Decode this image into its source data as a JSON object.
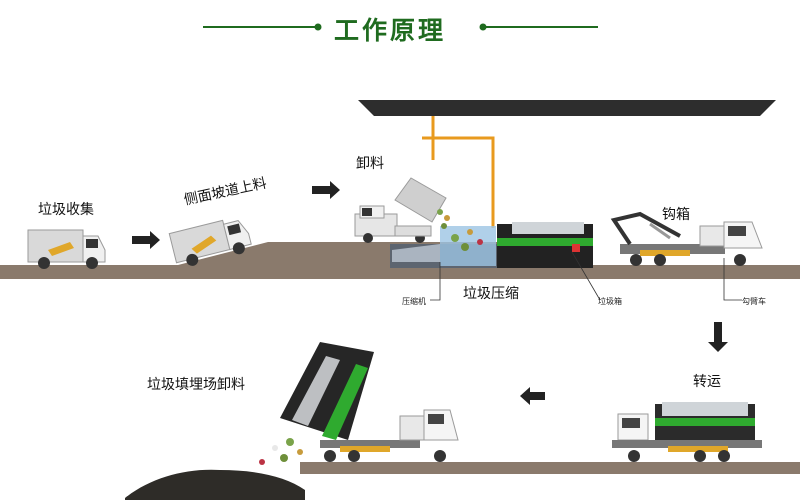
{
  "title": "工作原理",
  "steps": {
    "collect": "垃圾收集",
    "ramp": "侧面坡道上料",
    "unload": "卸料",
    "compress": "垃圾压缩",
    "hook": "钩箱",
    "transport": "转运",
    "landfill": "垃圾填埋场卸料"
  },
  "parts": {
    "compressor": "压缩机",
    "bin": "垃圾箱",
    "hook_truck": "勾臂车"
  },
  "colors": {
    "title_green": "#1f6b1f",
    "container_green": "#2faa2f",
    "pipe_orange": "#e89a1e",
    "roof_dark": "#2d2d2d",
    "ground_brown": "#8a7a6c"
  }
}
